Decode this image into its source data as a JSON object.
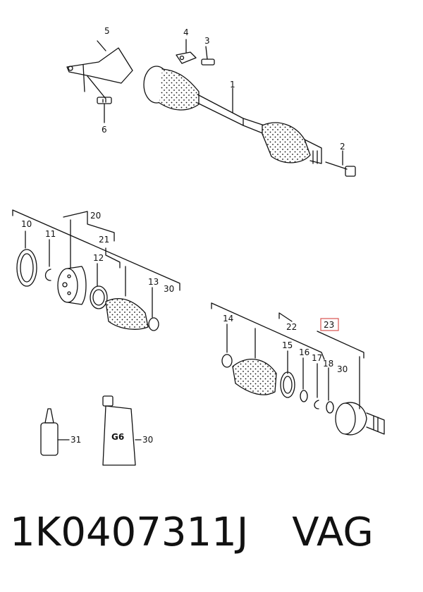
{
  "callouts": {
    "c1": "1",
    "c2": "2",
    "c3": "3",
    "c4": "4",
    "c5": "5",
    "c6": "6",
    "c10": "10",
    "c11": "11",
    "c12": "12",
    "c13": "13",
    "c14": "14",
    "c15": "15",
    "c16": "16",
    "c17": "17",
    "c18": "18",
    "c20": "20",
    "c21": "21",
    "c22": "22",
    "c23": "23",
    "c30a": "30",
    "c30b": "30",
    "c30c": "30",
    "c31": "31"
  },
  "tube_marking": "G6",
  "caption": {
    "part_number": "1K0407311J",
    "brand": "VAG"
  },
  "colors": {
    "line": "#111111",
    "highlight_box": "#d9534f"
  }
}
